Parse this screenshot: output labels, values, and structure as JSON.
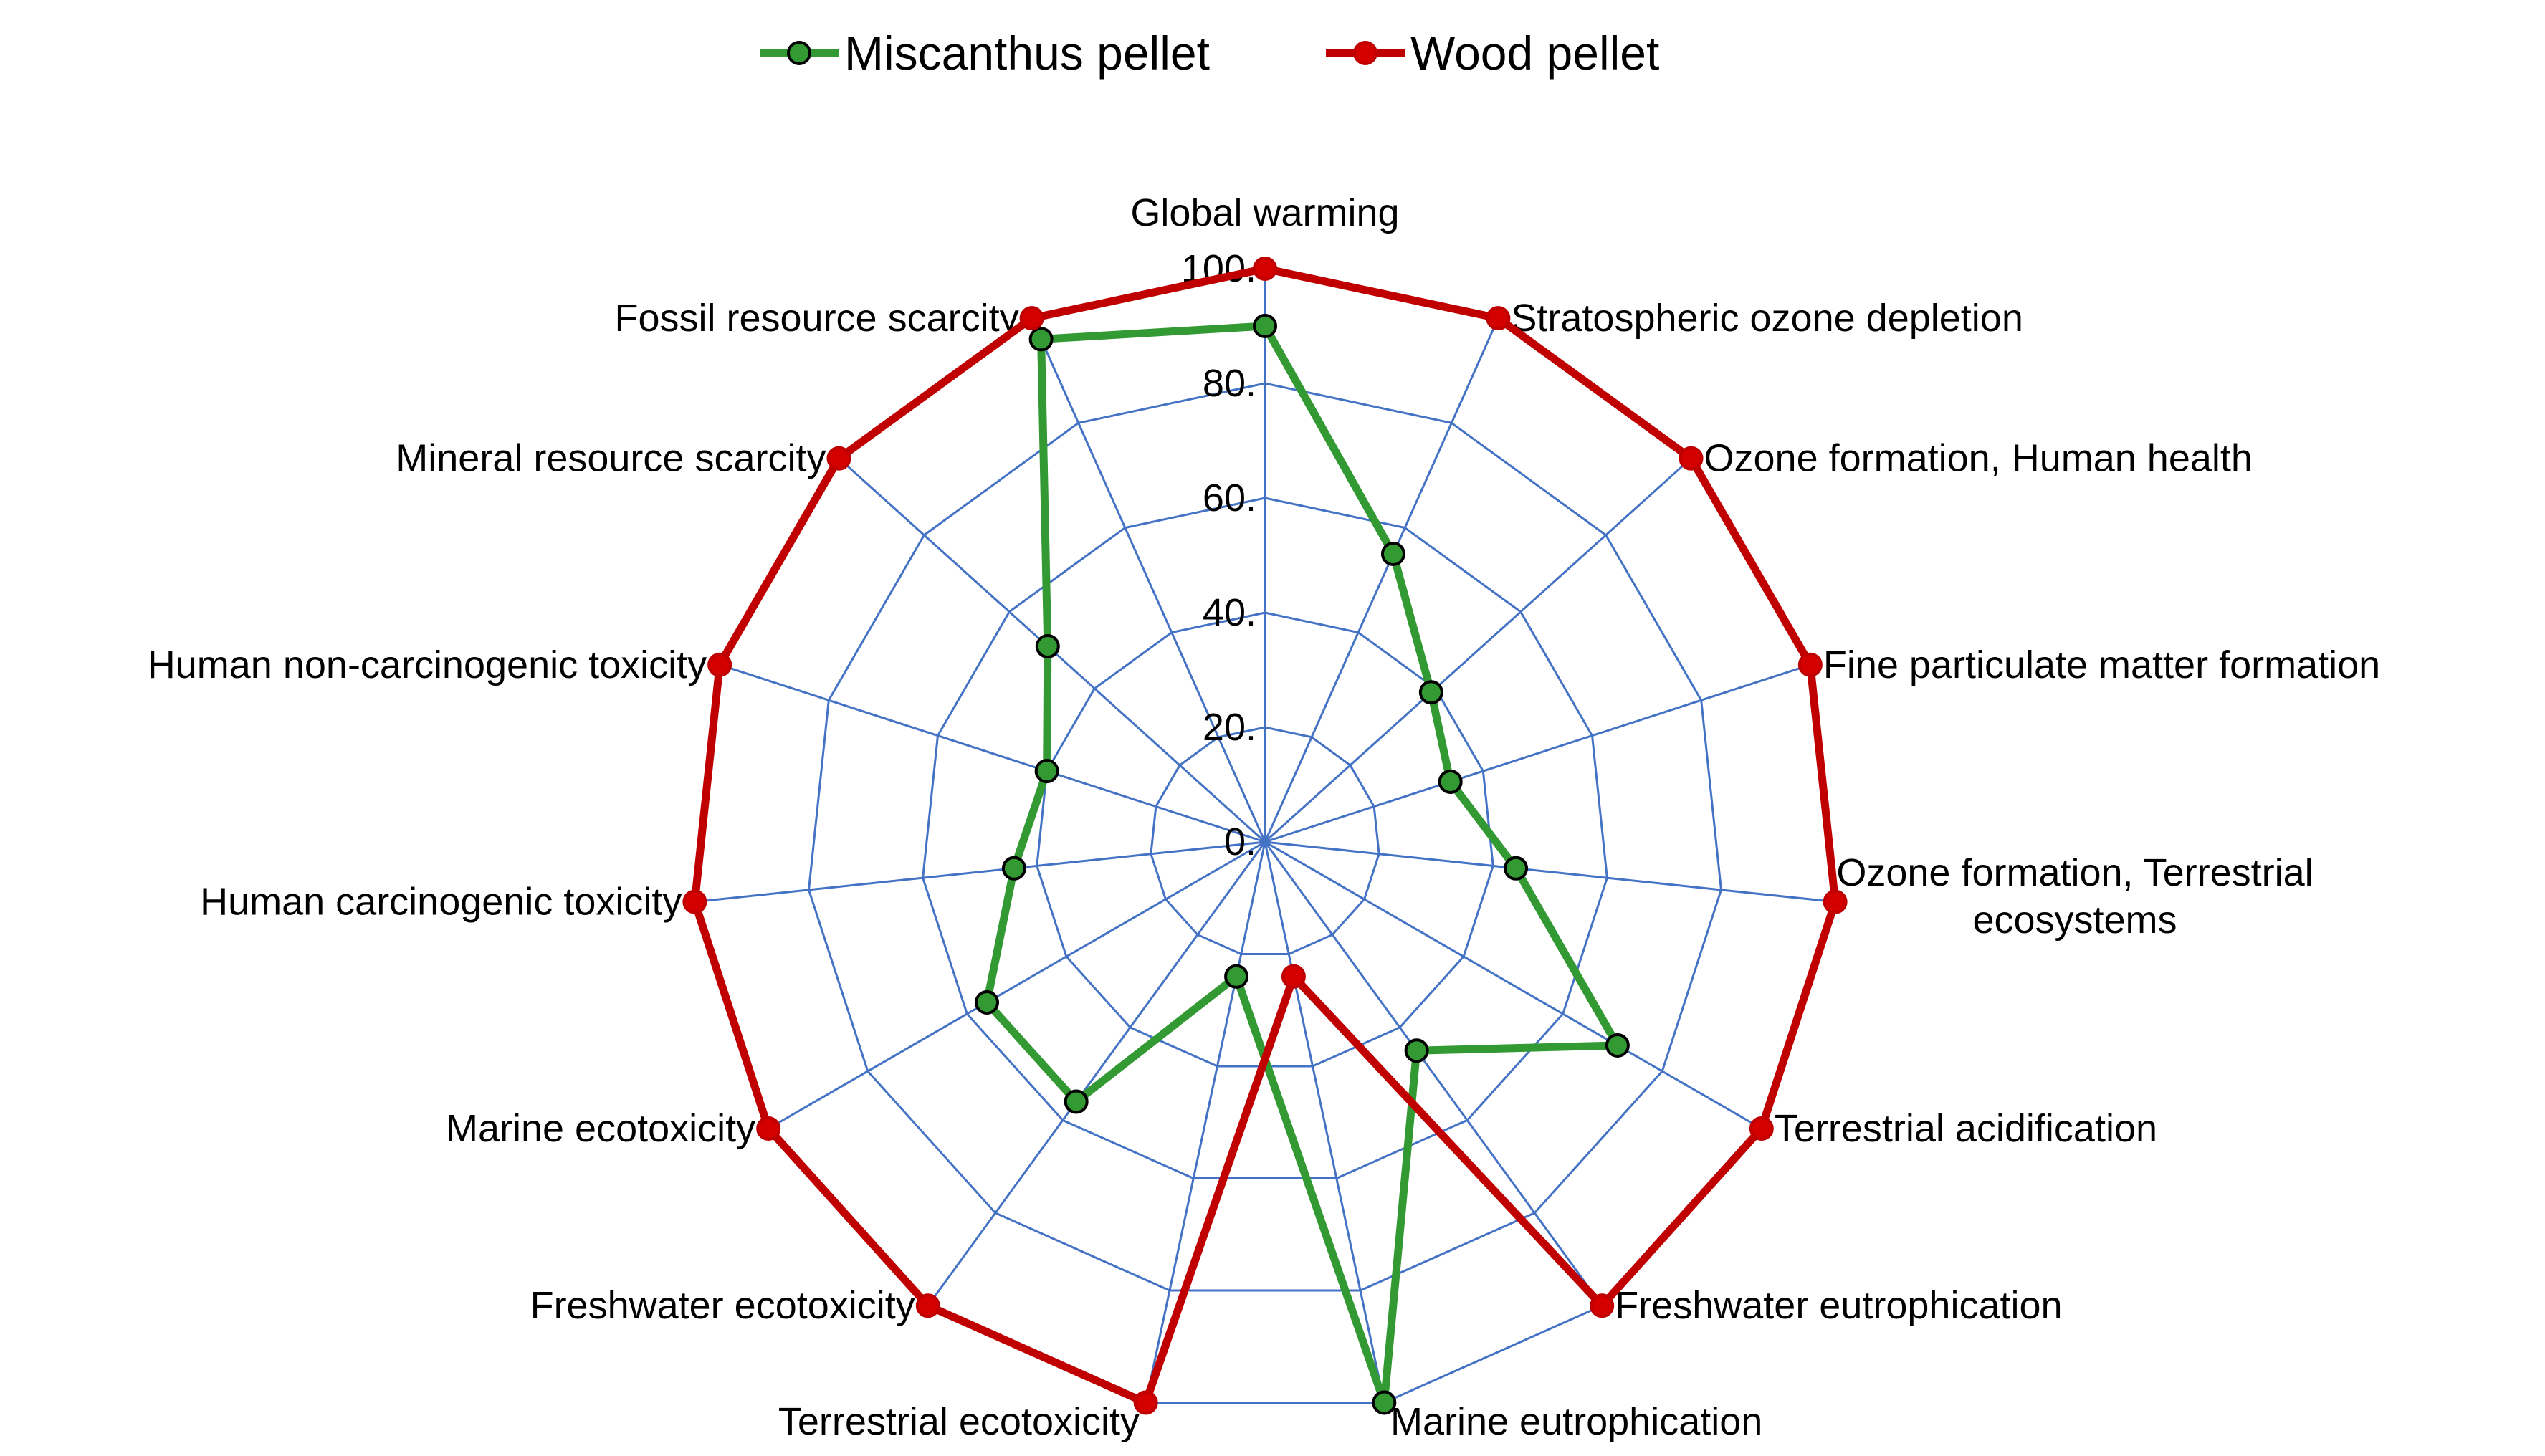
{
  "chart_data": {
    "type": "radar",
    "axes": [
      "Global warming",
      "Stratospheric ozone depletion",
      "Ozone formation, Human health",
      "Fine particulate matter formation",
      "Ozone formation, Terrestrial ecosystems",
      "Terrestrial acidification",
      "Freshwater eutrophication",
      "Marine eutrophication",
      "Terrestrial ecotoxicity",
      "Freshwater ecotoxicity",
      "Marine ecotoxicity",
      "Human carcinogenic toxicity",
      "Human non-carcinogenic toxicity",
      "Mineral resource scarcity",
      "Fossil resource scarcity"
    ],
    "ticks": [
      "0.",
      "20.",
      "40.",
      "60.",
      "80.",
      "100."
    ],
    "tick_values": [
      0,
      20,
      40,
      60,
      80,
      100
    ],
    "rmax": 100,
    "series": [
      {
        "name": "Miscanthus pellet",
        "color": "#339933",
        "marker_fill": "#339933",
        "values": [
          90,
          55,
          39,
          34,
          44,
          71,
          45,
          100,
          24,
          56,
          56,
          44,
          40,
          51,
          96
        ]
      },
      {
        "name": "Wood pellet",
        "color": "#c00000",
        "marker_fill": "#d40000",
        "values": [
          100,
          100,
          100,
          100,
          100,
          100,
          100,
          24,
          100,
          100,
          100,
          100,
          100,
          100,
          100
        ]
      }
    ],
    "grid_color": "#4472c4",
    "legend_position": "top-center"
  }
}
